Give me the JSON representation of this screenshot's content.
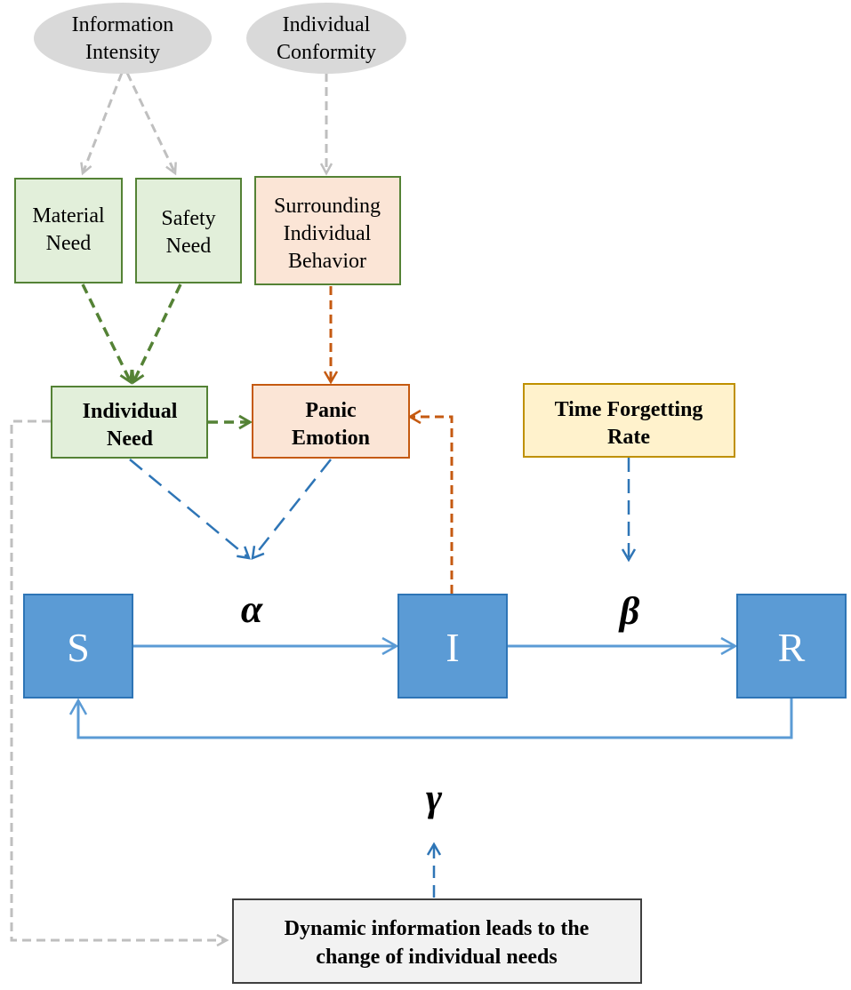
{
  "nodes": {
    "information_intensity": {
      "lines": [
        "Information",
        "Intensity"
      ]
    },
    "individual_conformity": {
      "lines": [
        "Individual",
        "Conformity"
      ]
    },
    "material_need": {
      "lines": [
        "Material",
        "Need"
      ]
    },
    "safety_need": {
      "lines": [
        "Safety",
        "Need"
      ]
    },
    "surrounding_behavior": {
      "lines": [
        "Surrounding",
        "Individual",
        "Behavior"
      ]
    },
    "individual_need": {
      "lines": [
        "Individual",
        "Need"
      ]
    },
    "panic_emotion": {
      "lines": [
        "Panic",
        "Emotion"
      ]
    },
    "time_forgetting_rate": {
      "lines": [
        "Time Forgetting",
        "Rate"
      ]
    },
    "state_s": {
      "label": "S"
    },
    "state_i": {
      "label": "I"
    },
    "state_r": {
      "label": "R"
    },
    "dynamic_info": {
      "lines": [
        "Dynamic information leads to the",
        "change of individual needs"
      ]
    }
  },
  "rates": {
    "alpha": "α",
    "beta": "β",
    "gamma": "γ"
  },
  "colors": {
    "gray_fill": "#d9d9d9",
    "green_fill": "#e2efda",
    "green_stroke": "#548235",
    "orange_fill": "#fbe5d6",
    "orange_stroke": "#c55a11",
    "yellow_fill": "#fff2cc",
    "yellow_stroke": "#bf9000",
    "blue_fill": "#5b9bd5",
    "blue_stroke": "#2e75b6",
    "dyn_fill": "#f2f2f2",
    "dyn_stroke": "#404040",
    "gray_arrow": "#bfbfbf"
  }
}
